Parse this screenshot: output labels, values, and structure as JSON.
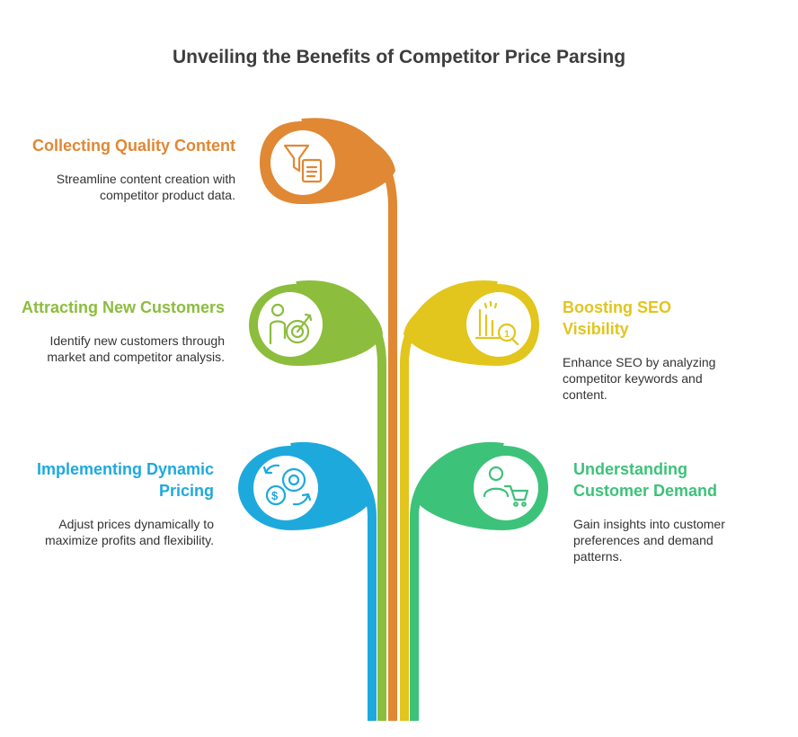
{
  "title": "Unveiling the Benefits of Competitor Price Parsing",
  "colors": {
    "orange": "#e08834",
    "green": "#8cbd3c",
    "yellow": "#e2c51d",
    "blue": "#1ea9dd",
    "teal": "#3dc27a"
  },
  "items": [
    {
      "heading": "Collecting Quality Content",
      "description": "Streamline content creation with competitor product data.",
      "icon": "funnel-document-icon"
    },
    {
      "heading": "Attracting New Customers",
      "description": "Identify new customers through market and competitor analysis.",
      "icon": "person-target-icon"
    },
    {
      "heading": "Boosting SEO Visibility",
      "description": "Enhance SEO by analyzing competitor keywords and content.",
      "icon": "chart-magnifier-icon"
    },
    {
      "heading": "Implementing Dynamic Pricing",
      "description": "Adjust prices dynamically to maximize profits and flexibility.",
      "icon": "price-cycle-icon"
    },
    {
      "heading": "Understanding Customer Demand",
      "description": "Gain insights into customer preferences and demand patterns.",
      "icon": "person-cart-icon"
    }
  ]
}
